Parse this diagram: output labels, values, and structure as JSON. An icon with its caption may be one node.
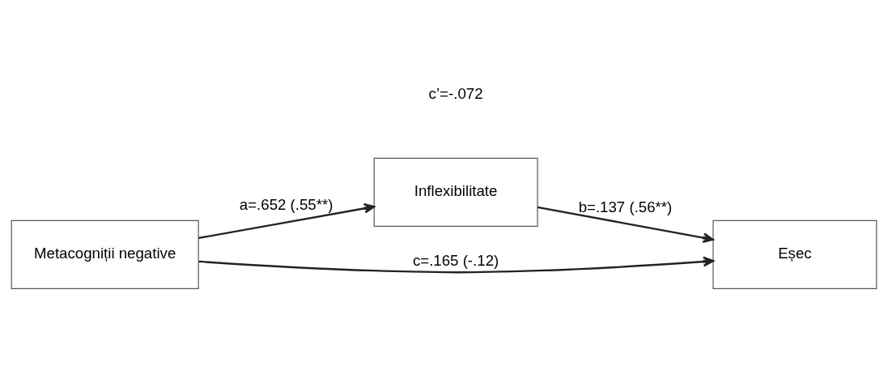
{
  "diagram": {
    "nodes": [
      {
        "text": [
          "Metacogniții negative"
        ]
      },
      {
        "text": [
          "Inflexibilitate"
        ]
      },
      {
        "text": [
          "Eșec"
        ]
      }
    ],
    "edges": [
      {
        "from": 0,
        "to": 1,
        "arrow": "to",
        "label": "a=.652 (.55**)"
      },
      {
        "from": 1,
        "to": 2,
        "arrow": "to",
        "label": "b=.137 (.56**)"
      },
      {
        "from": 0,
        "to": 2,
        "arrow": "to",
        "label": "c=.165 (-.12)"
      }
    ],
    "labels": [
      "c’=-.072"
    ]
  }
}
